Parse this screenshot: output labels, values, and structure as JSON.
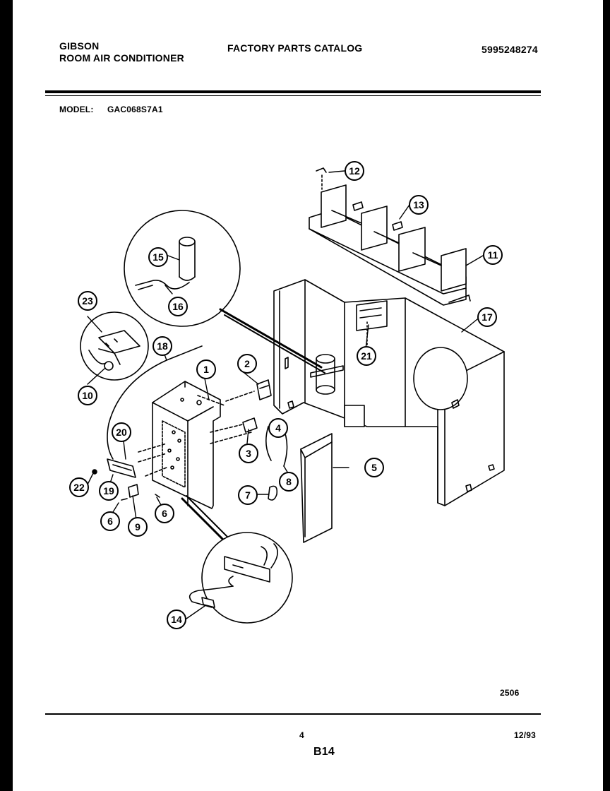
{
  "header": {
    "brand": "GIBSON",
    "product": "ROOM AIR CONDITIONER",
    "catalog": "FACTORY PARTS CATALOG",
    "part_number": "5995248274",
    "model_label": "MODEL:",
    "model_value": "GAC068S7A1"
  },
  "diagram": {
    "callouts": [
      "1",
      "2",
      "3",
      "4",
      "5",
      "6",
      "6",
      "7",
      "8",
      "9",
      "10",
      "11",
      "12",
      "13",
      "14",
      "15",
      "16",
      "17",
      "18",
      "19",
      "20",
      "21",
      "22",
      "23"
    ]
  },
  "footer": {
    "figure_code": "2506",
    "page": "4",
    "date": "12/93",
    "section": "B14"
  }
}
